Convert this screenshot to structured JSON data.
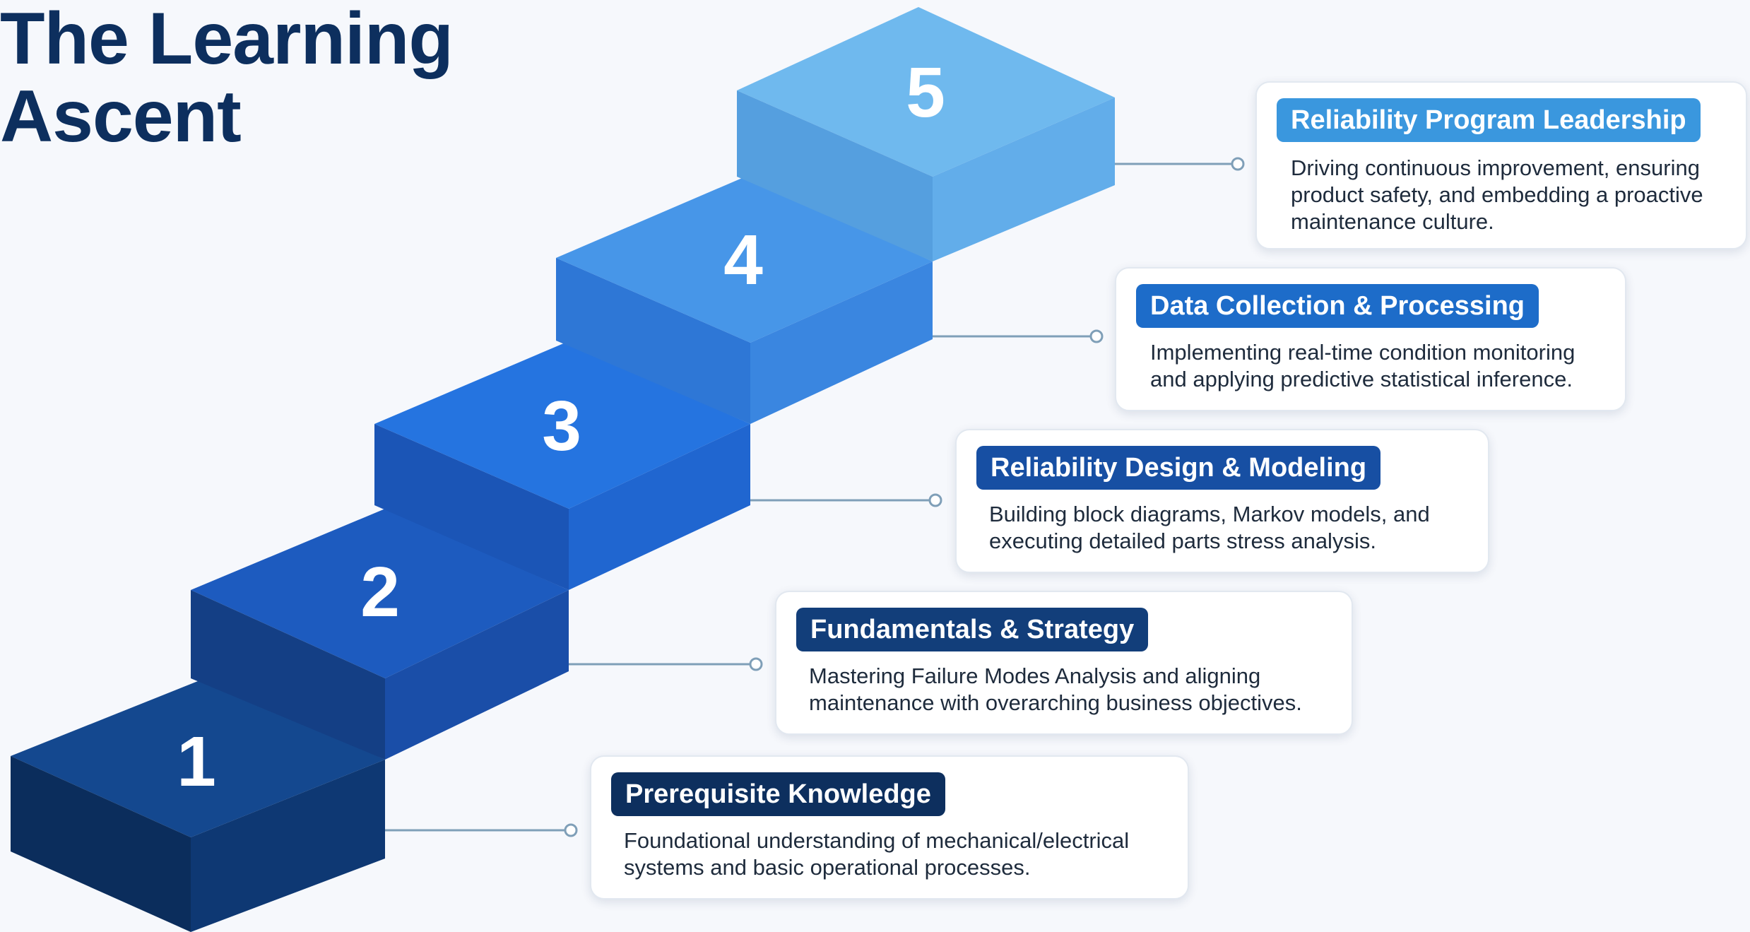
{
  "title": {
    "line1": "The Learning",
    "line2": "Ascent"
  },
  "colors": {
    "step1": "#0f3f83",
    "step2": "#1753b4",
    "step3": "#1f6fdc",
    "step4": "#3f8ee3",
    "step5": "#67b3ec",
    "connector": "#7f9fb8",
    "background": "#f6f8fc"
  },
  "steps": [
    {
      "number": "1",
      "title": "Prerequisite Knowledge",
      "description": [
        "Foundational understanding of mechanical/electrical",
        "systems and basic operational processes."
      ],
      "title_bg": "#0d2f5e"
    },
    {
      "number": "2",
      "title": "Fundamentals & Strategy",
      "description": [
        "Mastering Failure Modes Analysis and aligning",
        "maintenance with overarching business objectives."
      ],
      "title_bg": "#123e7a"
    },
    {
      "number": "3",
      "title": "Reliability Design & Modeling",
      "description": [
        "Building block diagrams, Markov models, and",
        "executing detailed parts stress analysis."
      ],
      "title_bg": "#174fa3"
    },
    {
      "number": "4",
      "title": "Data Collection & Processing",
      "description": [
        "Implementing real-time condition monitoring",
        "and applying predictive statistical inference."
      ],
      "title_bg": "#1d6cc9"
    },
    {
      "number": "5",
      "title": "Reliability Program Leadership",
      "description": [
        "Driving continuous improvement, ensuring",
        "product safety, and embedding a proactive",
        "maintenance culture."
      ],
      "title_bg": "#3a97de"
    }
  ]
}
